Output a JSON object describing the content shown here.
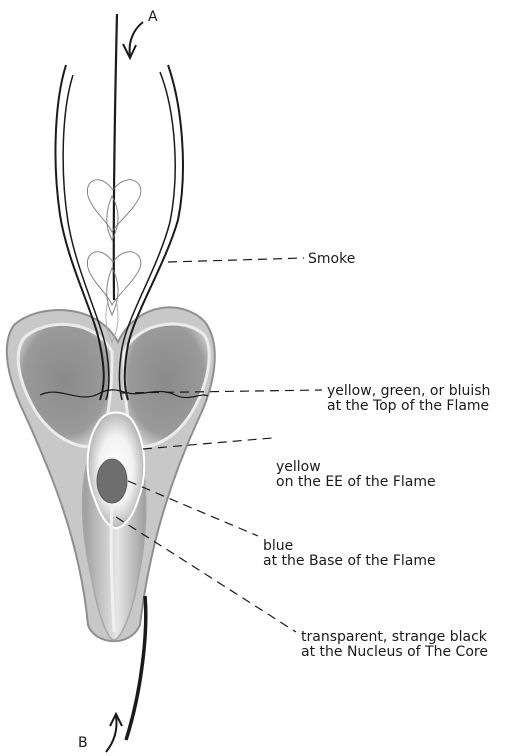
{
  "markers": {
    "a": "A",
    "b": "B"
  },
  "labels": {
    "smoke": "Smoke",
    "top_1": "yellow, green, or bluish",
    "top_2": "at the Top of the Flame",
    "edge_1": "yellow",
    "edge_2": "on the EE of the Flame",
    "base_1": "blue",
    "base_2": "at the Base of the Flame",
    "nucleus_1": "transparent, strange black",
    "nucleus_2": "at the Nucleus of The Core"
  },
  "colors": {
    "flame_outer": "#a9a9a9",
    "flame_inner": "#8e8e8e",
    "flame_highlight": "#ffffff",
    "nucleus": "#6e6e6e",
    "ink": "#1a1a1a"
  }
}
